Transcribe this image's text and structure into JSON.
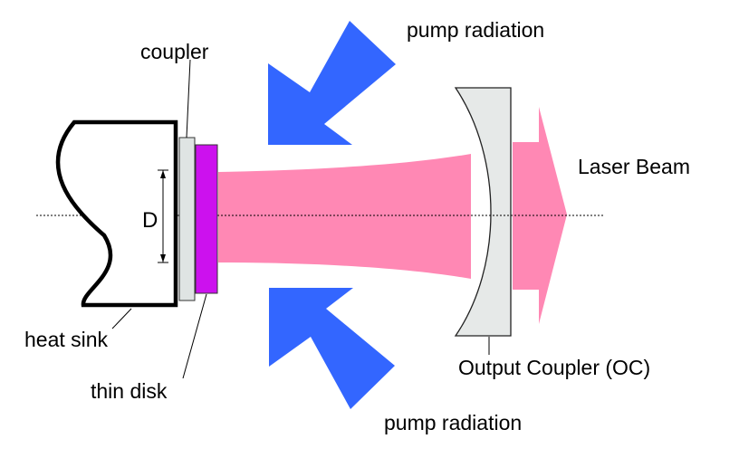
{
  "labels": {
    "pump_top": "pump radiation",
    "pump_bottom": "pump radiation",
    "coupler": "coupler",
    "laser_beam": "Laser Beam",
    "heat_sink": "heat sink",
    "thin_disk": "thin disk",
    "output_coupler": "Output Coupler (OC)",
    "diameter": "D"
  },
  "colors": {
    "beam": "#ff88b4",
    "pump_arrow": "#3366ff",
    "thin_disk": "#cc11ee",
    "coupler_plate": "#dfe4e3",
    "output_coupler": "#e6e9e8",
    "heat_sink_outline": "#000000"
  }
}
